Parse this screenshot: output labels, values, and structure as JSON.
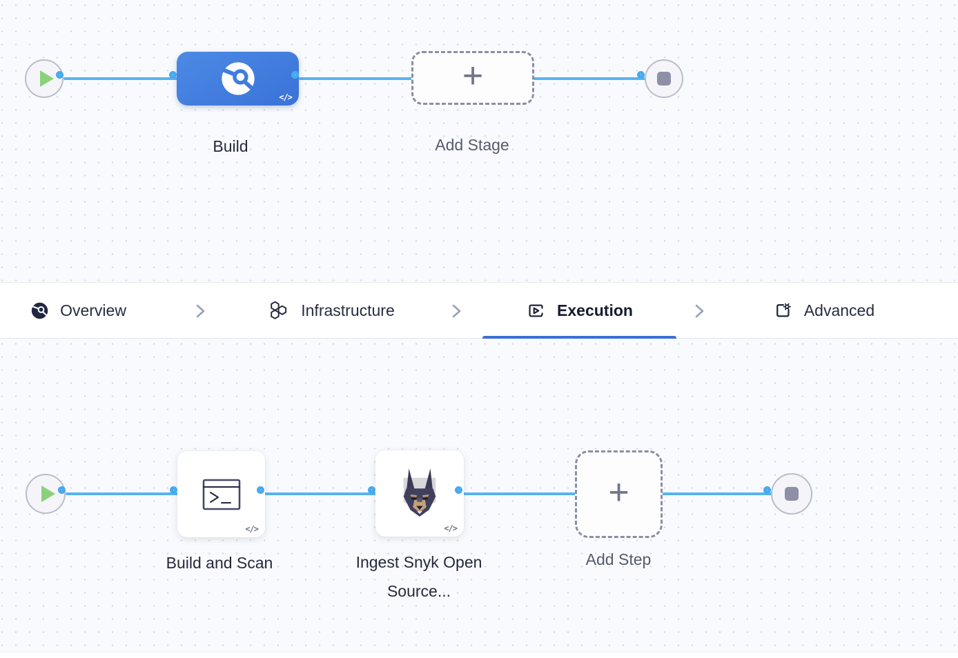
{
  "pipeline": {
    "stage_graph": {
      "start_node_icon": "play-icon",
      "end_node_icon": "stop-icon",
      "build": {
        "label": "Build",
        "icon": "ci-module-icon",
        "code_glyph": "</>"
      },
      "add_stage": {
        "label": "Add Stage",
        "plus_glyph": "+",
        "icon": "plus-icon"
      }
    },
    "step_graph": {
      "start_node_icon": "play-icon",
      "end_node_icon": "stop-icon",
      "build_and_scan": {
        "label": "Build and Scan",
        "icon": "run-terminal-icon",
        "code_glyph": "</>"
      },
      "ingest_snyk": {
        "label": "Ingest Snyk Open Source...",
        "icon": "snyk-doberman-icon",
        "code_glyph": "</>"
      },
      "add_step": {
        "label": "Add Step",
        "plus_glyph": "+",
        "icon": "plus-icon"
      }
    }
  },
  "tabs": {
    "items": [
      {
        "label": "Overview",
        "icon": "ci-overview-icon",
        "active": false
      },
      {
        "label": "Infrastructure",
        "icon": "infrastructure-hexagons-icon",
        "active": false
      },
      {
        "label": "Execution",
        "icon": "execution-play-icon",
        "active": true
      },
      {
        "label": "Advanced",
        "icon": "advanced-gear-icon",
        "active": false
      }
    ]
  },
  "colors": {
    "edge_blue": "#57b4ef",
    "port_ring_blue": "#47a9f0",
    "stage_blue_gradient_start": "#4c8ae5",
    "stage_blue_gradient_end": "#3a72d8",
    "active_tab_underline": "#3b6fd4",
    "start_triangle_green": "#8bd17c",
    "end_square_gray": "#8d90a7",
    "canvas_background": "#f8fafd"
  }
}
